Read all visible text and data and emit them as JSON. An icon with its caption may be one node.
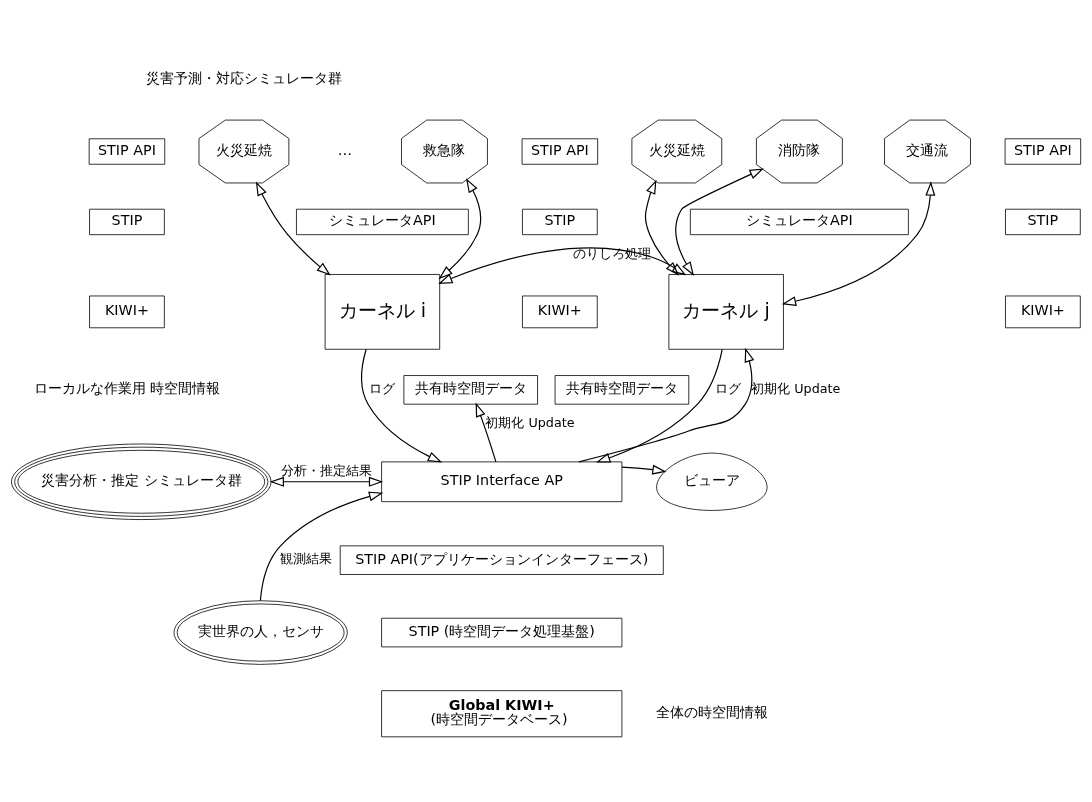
{
  "diagram": {
    "nodes": [
      {
        "text": [
          "火災延焼"
        ]
      },
      {
        "text": [
          "救急隊"
        ]
      },
      {
        "text": [
          "STIP API"
        ]
      },
      {
        "text": [
          "STIP"
        ]
      },
      {
        "text": [
          "KIWI+"
        ]
      },
      {
        "text": [
          "シミュレータAPI"
        ]
      },
      {
        "text": [
          "カーネル i"
        ]
      },
      {
        "text": [
          "共有時空間データ"
        ]
      },
      {
        "text": [
          "火災延焼"
        ]
      },
      {
        "text": [
          "消防隊"
        ]
      },
      {
        "text": [
          "交通流"
        ]
      },
      {
        "text": [
          "STIP API"
        ]
      },
      {
        "text": [
          "STIP"
        ]
      },
      {
        "text": [
          "KIWI+"
        ]
      },
      {
        "text": [
          "STIP API"
        ]
      },
      {
        "text": [
          "STIP"
        ]
      },
      {
        "text": [
          "KIWI+"
        ]
      },
      {
        "text": [
          "シミュレータAPI"
        ]
      },
      {
        "text": [
          "カーネル j"
        ]
      },
      {
        "text": [
          "共有時空間データ"
        ]
      },
      {
        "text": [
          "災害分析・推定 シミュレータ群"
        ]
      },
      {
        "text": [
          "実世界の人，センサ"
        ]
      },
      {
        "text": [
          "STIP Interface AP"
        ]
      },
      {
        "text": [
          "STIP API(アプリケーションインターフェース)"
        ]
      },
      {
        "text": [
          "STIP (時空間データ処理基盤)"
        ]
      },
      {
        "text": [
          "Global KIWI+",
          "(時空間データベース)"
        ]
      },
      {
        "text": [
          "ビューア"
        ]
      }
    ],
    "edges": [
      {
        "from": 0,
        "to": 6,
        "arrow": "both"
      },
      {
        "from": 1,
        "to": 6,
        "arrow": "both"
      },
      {
        "from": 8,
        "to": 18,
        "arrow": "both"
      },
      {
        "from": 9,
        "to": 18,
        "arrow": "both"
      },
      {
        "from": 10,
        "to": 18,
        "arrow": "both"
      },
      {
        "from": 6,
        "to": 18,
        "label": "のりしろ処理",
        "arrow": "both"
      },
      {
        "from": 22,
        "to": 7,
        "label": "初期化 Update",
        "arrow": "to"
      },
      {
        "from": 6,
        "to": 22,
        "label": "ログ",
        "arrow": "to"
      },
      {
        "from": 18,
        "to": 22,
        "label": "ログ",
        "arrow": "to"
      },
      {
        "from": 22,
        "to": 18,
        "label": "初期化 Update",
        "arrow": "to"
      },
      {
        "from": 20,
        "to": 22,
        "label": "分析・推定結果",
        "arrow": "both"
      },
      {
        "from": 21,
        "to": 22,
        "label": "観測結果",
        "arrow": "to"
      },
      {
        "from": 22,
        "to": 26,
        "arrow": "to"
      }
    ],
    "labels": [
      "災害予測・対応シミュレータ群",
      "…",
      "ローカルな作業用 時空間情報",
      "全体の時空間情報"
    ]
  }
}
